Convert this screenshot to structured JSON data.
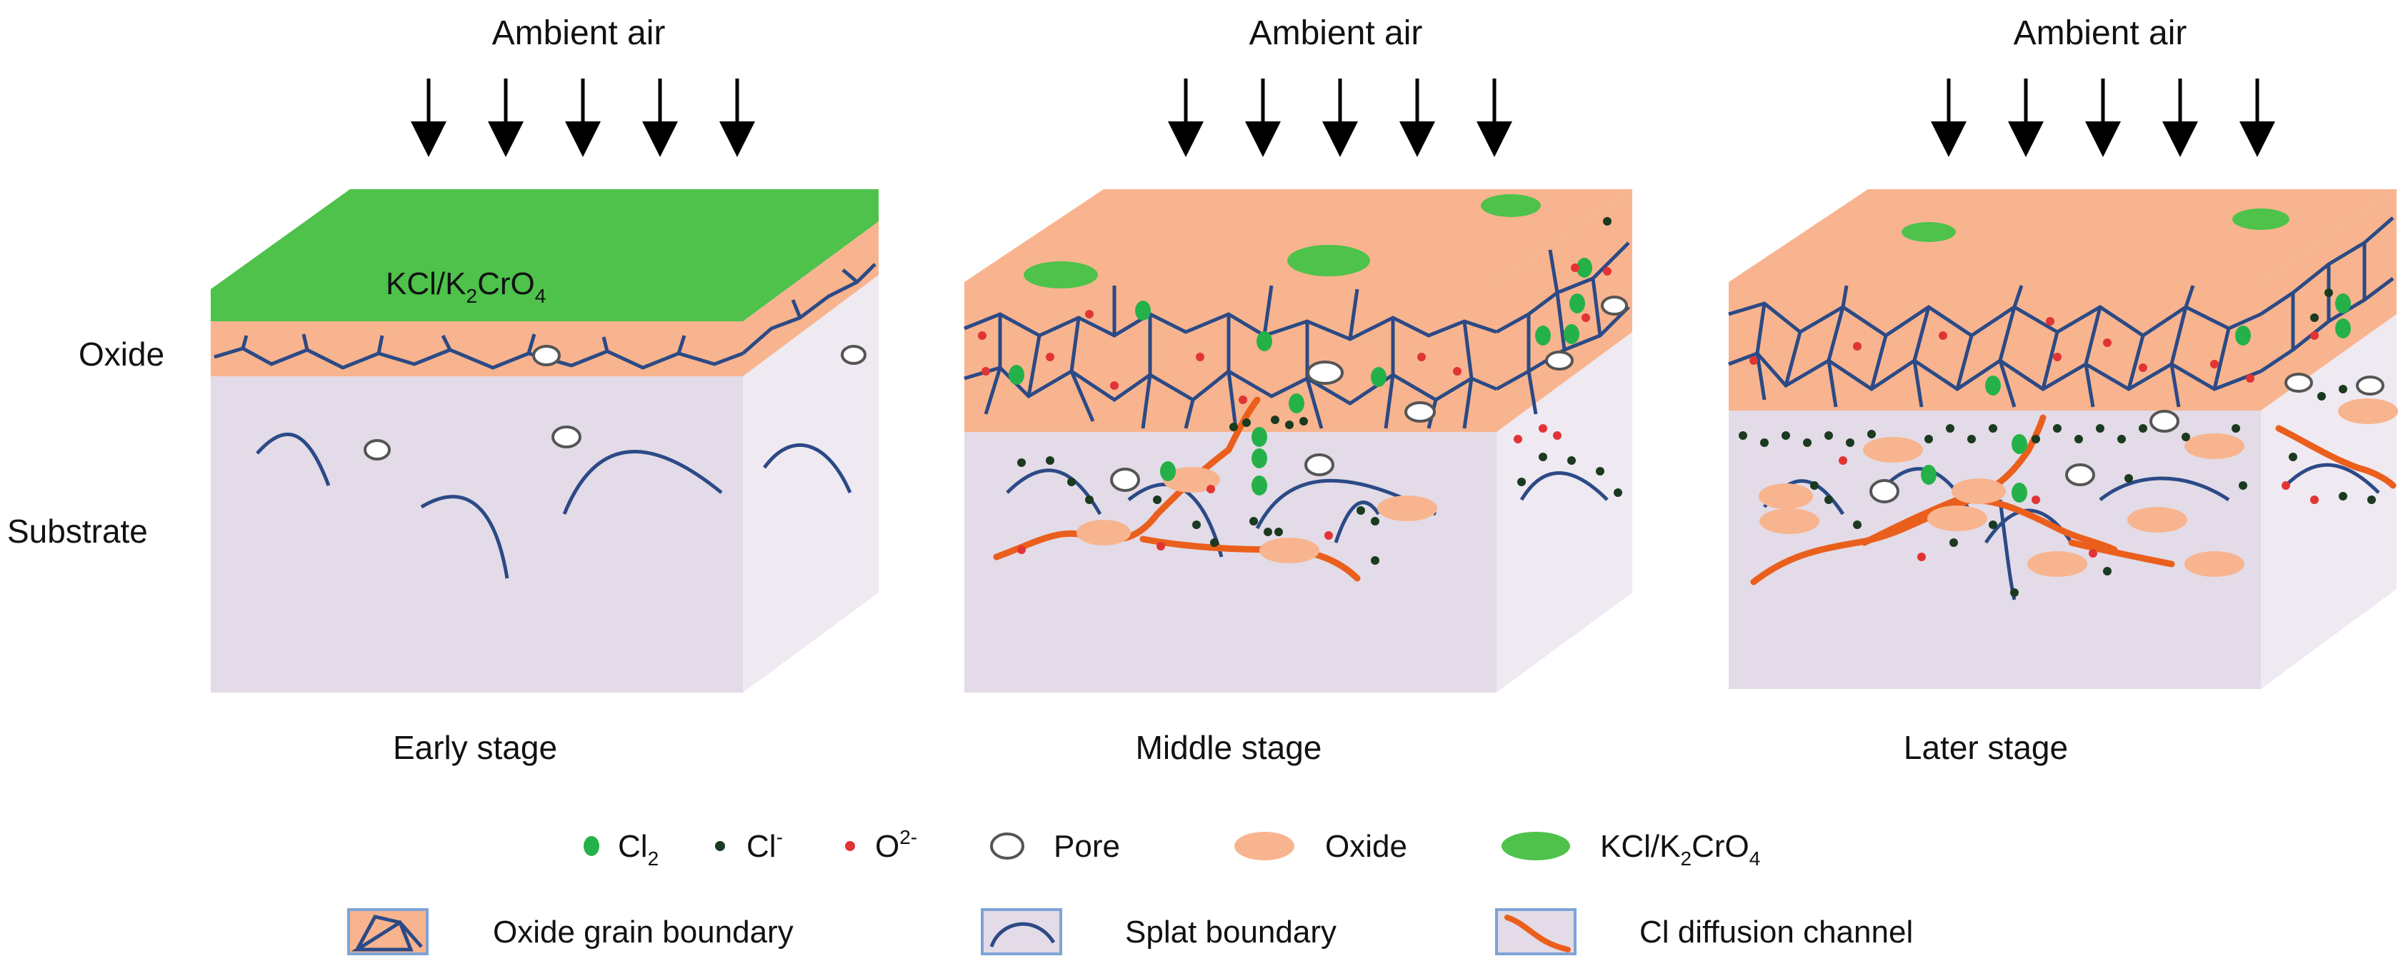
{
  "colors": {
    "oxide": "#f8b48e",
    "substrate_front": "#e3dbe7",
    "substrate_side": "#efe9f2",
    "salt": "#4ec24b",
    "boundary": "#2b4a86",
    "channel": "#ea5f1c",
    "cl2_dot": "#25b14a",
    "cl_ion_dot": "#1b3a1f",
    "o2_dot": "#e23434",
    "legend_box_border": "#7ea3d6"
  },
  "panels": [
    {
      "air_label": "Ambient air",
      "stage_label": "Early stage",
      "salt_label_main": "KCl/K",
      "salt_sub1": "2",
      "salt_mid": "CrO",
      "salt_sub2": "4"
    },
    {
      "air_label": "Ambient air",
      "stage_label": "Middle stage"
    },
    {
      "air_label": "Ambient air",
      "stage_label": "Later stage"
    }
  ],
  "side_labels": {
    "oxide": "Oxide",
    "substrate": "Substrate"
  },
  "legend": {
    "cl2": {
      "base": "Cl",
      "sub": "2",
      "icon": "green-dot"
    },
    "cl_ion": {
      "base": "Cl",
      "sup": "-",
      "icon": "black-dot"
    },
    "o2": {
      "base": "O",
      "sup": "2-",
      "icon": "red-dot"
    },
    "pore": {
      "label": "Pore",
      "icon": "white-circle"
    },
    "oxide": {
      "label": "Oxide",
      "icon": "orange-ellipse"
    },
    "salt": {
      "base": "KCl/K",
      "sub1": "2",
      "mid": "CrO",
      "sub2": "4",
      "icon": "green-ellipse"
    },
    "grain_boundary": {
      "label": "Oxide grain boundary",
      "icon": "grain-boundary-box"
    },
    "splat_boundary": {
      "label": "Splat boundary",
      "icon": "splat-boundary-box"
    },
    "diffusion_channel": {
      "label": "Cl diffusion channel",
      "icon": "diffusion-channel-box"
    }
  }
}
